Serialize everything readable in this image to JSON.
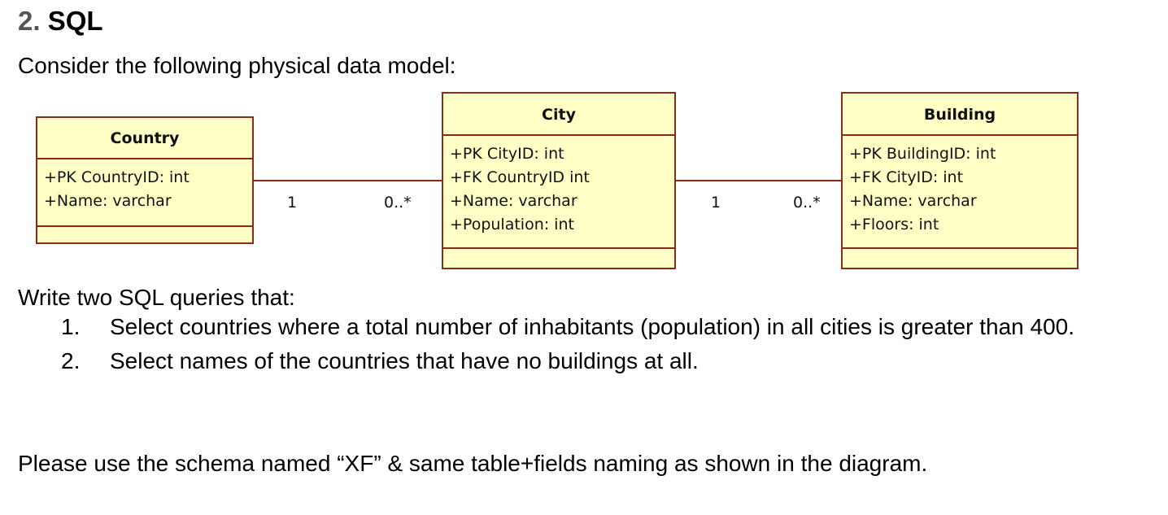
{
  "heading": {
    "number": "2.",
    "title": "SQL"
  },
  "intro": "Consider the following physical data model:",
  "diagram": {
    "classes": [
      {
        "name": "Country",
        "attributes": [
          "+PK CountryID: int",
          "+Name: varchar"
        ]
      },
      {
        "name": "City",
        "attributes": [
          "+PK CityID: int",
          "+FK CountryID int",
          "+Name: varchar",
          "+Population: int"
        ]
      },
      {
        "name": "Building",
        "attributes": [
          "+PK BuildingID: int",
          "+FK CityID: int",
          "+Name: varchar",
          "+Floors: int"
        ]
      }
    ],
    "associations": [
      {
        "from": "Country",
        "to": "City",
        "from_multiplicity": "1",
        "to_multiplicity": "0..*"
      },
      {
        "from": "City",
        "to": "Building",
        "from_multiplicity": "1",
        "to_multiplicity": "0..*"
      }
    ],
    "colors": {
      "box_fill": "#ffffc6",
      "box_border": "#8b2a1a",
      "line": "#8b2a1a"
    }
  },
  "task_intro": "Write two SQL queries that:",
  "tasks": [
    {
      "number": "1.",
      "text": "Select countries where a total number of inhabitants (population) in all cities is greater than 400."
    },
    {
      "number": "2.",
      "text": "Select names of the countries that have no buildings at all."
    }
  ],
  "note": "Please use the schema named “XF” & same table+fields naming as shown in the diagram."
}
